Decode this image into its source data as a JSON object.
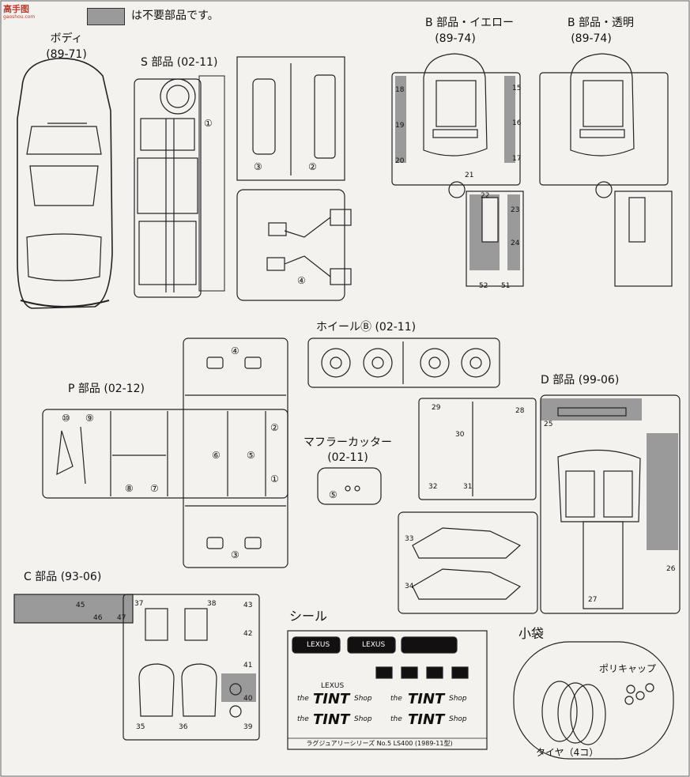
{
  "watermark": {
    "main": "高手图",
    "sub": "gaoshou.com"
  },
  "legend": {
    "text": "は不要部品です。"
  },
  "body_part": {
    "name": "ボディ",
    "code": "(89-71)"
  },
  "s_part": {
    "name": "S 部品",
    "code": "(02-11)",
    "nums": [
      "①",
      "②",
      "③",
      "④"
    ]
  },
  "b_yellow": {
    "name": "B 部品・イエロー",
    "code": "(89-74)"
  },
  "b_clear": {
    "name": "B 部品・透明",
    "code": "(89-74)"
  },
  "b_nums": [
    "15",
    "16",
    "17",
    "18",
    "19",
    "20",
    "21",
    "22",
    "23",
    "24",
    "51",
    "52"
  ],
  "wheel": {
    "name": "ホイールⒷ",
    "code": "(02-11)"
  },
  "p_part": {
    "name": "P 部品",
    "code": "(02-12)",
    "nums": [
      "①",
      "②",
      "③",
      "④",
      "⑤",
      "⑥",
      "⑦",
      "⑧",
      "⑨",
      "⑩"
    ]
  },
  "d_part": {
    "name": "D 部品",
    "code": "(99-06)",
    "nums": [
      "25",
      "26",
      "27",
      "28",
      "29",
      "30",
      "31",
      "32",
      "33",
      "34"
    ]
  },
  "muffler": {
    "name": "マフラーカッター",
    "code": "(02-11)",
    "num": "⑤"
  },
  "c_part": {
    "name": "C 部品",
    "code": "(93-06)",
    "nums": [
      "35",
      "36",
      "37",
      "38",
      "39",
      "40",
      "41",
      "42",
      "43",
      "45",
      "46",
      "47"
    ]
  },
  "seal": {
    "name": "シール",
    "brand": "LEXUS",
    "tint": "TINT",
    "tint_prefix": "the",
    "tint_suffix": "Shop",
    "footer": "ラグジュアリーシリーズ No.5 LS400 (1989-11型)"
  },
  "small_bag": {
    "name": "小袋",
    "polycap": "ポリキャップ",
    "tire": "タイヤ（4コ）"
  }
}
